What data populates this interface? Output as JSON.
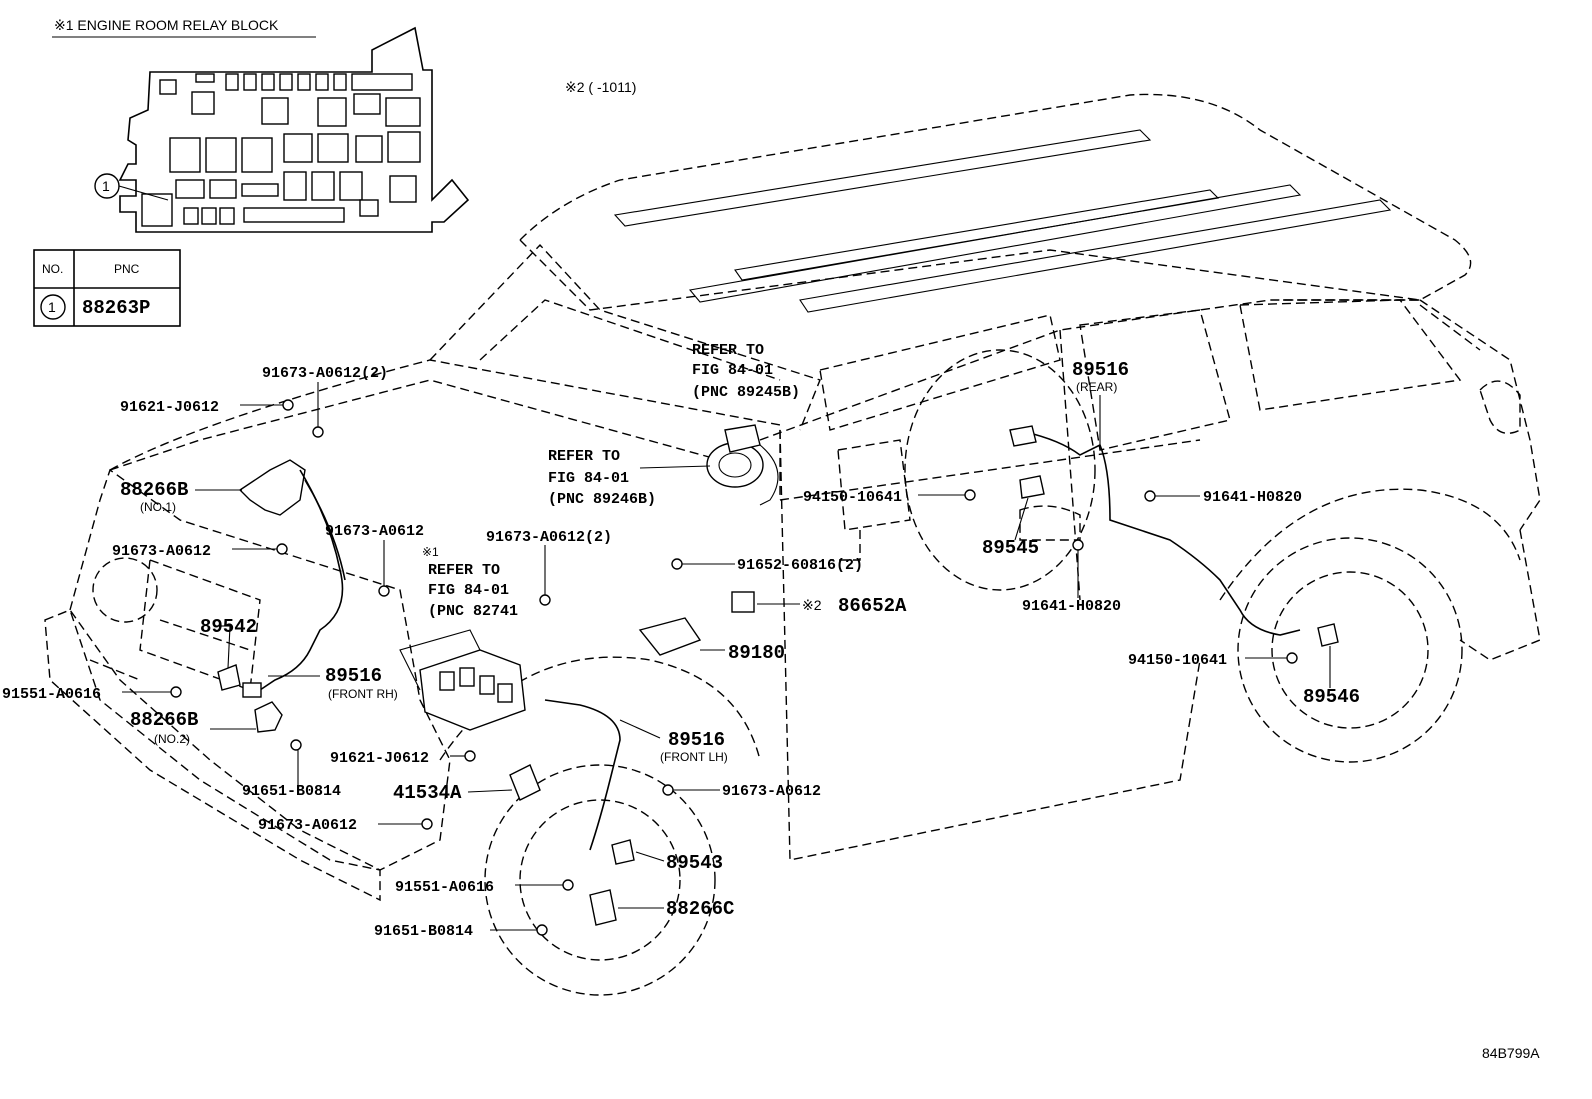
{
  "header": {
    "relay_block_title": "※1 ENGINE ROOM RELAY BLOCK"
  },
  "relay_block": {
    "callout": "1"
  },
  "pnc_table": {
    "col_no": "NO.",
    "col_pnc": "PNC",
    "rows": [
      {
        "no": "1",
        "pnc": "88263P"
      }
    ]
  },
  "note_top": "※2 (      -1011)",
  "refs": {
    "ref1": [
      "REFER TO",
      "FIG 84-01",
      "(PNC 89245B)"
    ],
    "ref2": [
      "REFER TO",
      "FIG 84-01",
      "(PNC 89246B)"
    ],
    "ref3_marker": "※1",
    "ref3": [
      "REFER TO",
      "FIG 84-01",
      "(PNC 82741"
    ]
  },
  "parts": {
    "p91673_top": "91673-A0612(2)",
    "p91621_top": "91621-J0612",
    "p88266B_1": "88266B",
    "p88266B_1_note": "(NO.1)",
    "p91673_left": "91673-A0612",
    "p91673_mid": "91673-A0612",
    "p91673_mid2": "91673-A0612(2)",
    "p89542": "89542",
    "p91551_left": "91551-A0616",
    "p89516_frh": "89516",
    "p89516_frh_note": "(FRONT RH)",
    "p88266B_2": "88266B",
    "p88266B_2_note": "(NO.2)",
    "p91621_low": "91621-J0612",
    "p91651_left": "91651-B0814",
    "p41534A": "41534A",
    "p91673_low": "91673-A0612",
    "p89516_flh": "89516",
    "p89516_flh_note": "(FRONT LH)",
    "p91673_low2": "91673-A0612",
    "p89543": "89543",
    "p91551_low": "91551-A0616",
    "p88266C": "88266C",
    "p91651_low": "91651-B0814",
    "p91652": "91652-60816(2)",
    "p86652A_marker": "※2",
    "p86652A": "86652A",
    "p89180": "89180",
    "p89516_rear": "89516",
    "p89516_rear_note": "(REAR)",
    "p94150_top": "94150-10641",
    "p89545": "89545",
    "p91641_top": "91641-H0820",
    "p91641_low": "91641-H0820",
    "p94150_low": "94150-10641",
    "p89546": "89546"
  },
  "figure_id": "84B799A"
}
